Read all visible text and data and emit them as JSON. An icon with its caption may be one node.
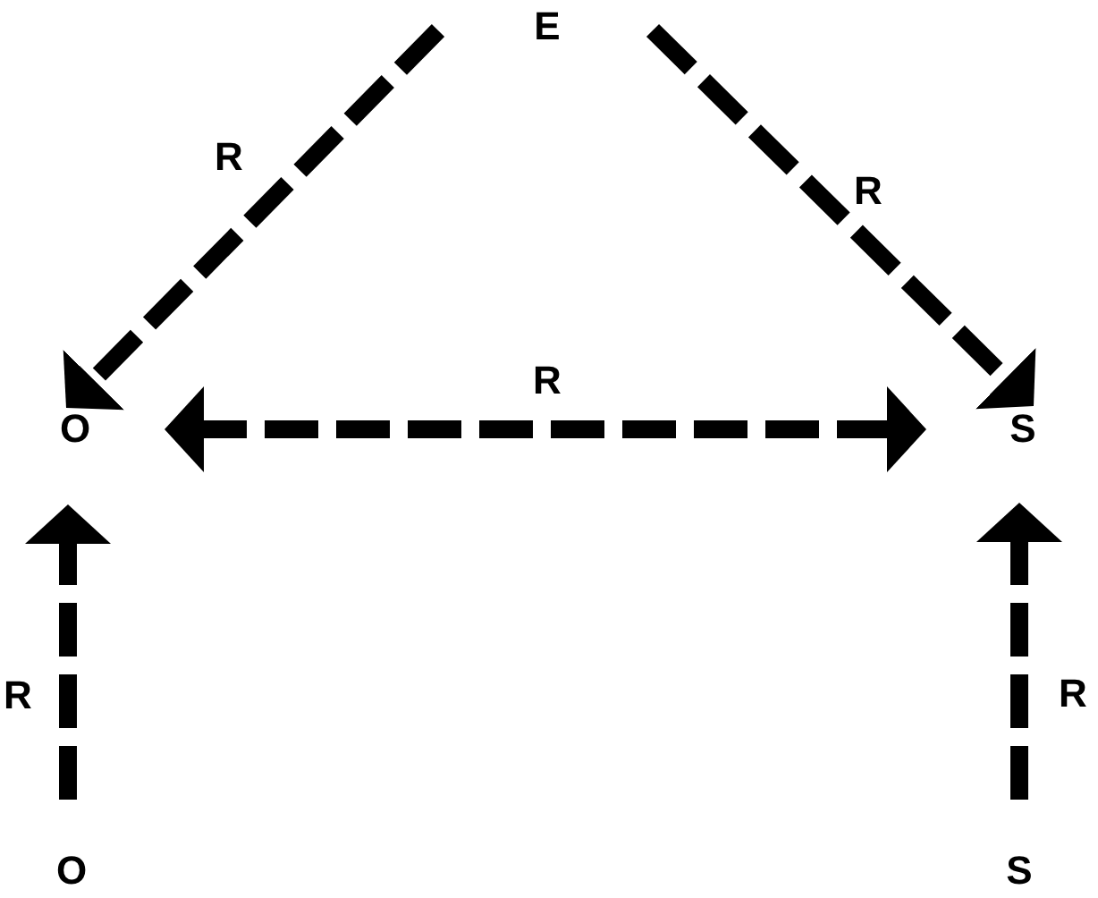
{
  "diagram": {
    "nodes": [
      {
        "text": [
          "E"
        ]
      },
      {
        "text": [
          "O"
        ]
      },
      {
        "text": [
          "S"
        ]
      },
      {
        "text": [
          "O"
        ]
      },
      {
        "text": [
          "S"
        ]
      }
    ],
    "edges": [
      {
        "from": 0,
        "to": 1,
        "arrow": "to",
        "label": "R",
        "style": "dashed"
      },
      {
        "from": 0,
        "to": 2,
        "arrow": "to",
        "label": "R",
        "style": "dashed"
      },
      {
        "from": 1,
        "to": 2,
        "arrow": "both",
        "label": "R",
        "style": "dashed"
      },
      {
        "from": 3,
        "to": 1,
        "arrow": "to",
        "label": "R",
        "style": "dashed"
      },
      {
        "from": 4,
        "to": 2,
        "arrow": "to",
        "label": "R",
        "style": "dashed"
      }
    ]
  }
}
